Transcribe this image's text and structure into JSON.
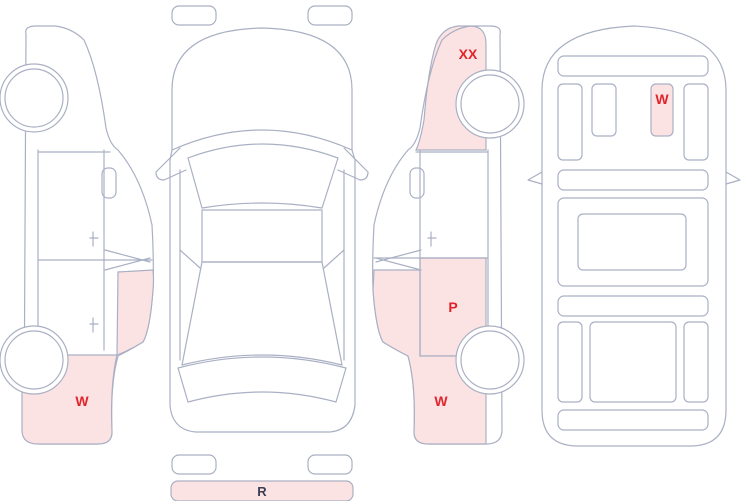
{
  "colors": {
    "outline": "#aab0c4",
    "damage_fill": "#fce3e3",
    "damage_text": "#e0242b",
    "bumper_text": "#3a3f55",
    "background": "#ffffff"
  },
  "damage_marks": {
    "left_side_rear": "W",
    "right_side_front": "XX",
    "right_side_door": "P",
    "right_side_rear": "W",
    "top_view_rear_seat": "W"
  },
  "rear_bumper": {
    "label": "R"
  }
}
